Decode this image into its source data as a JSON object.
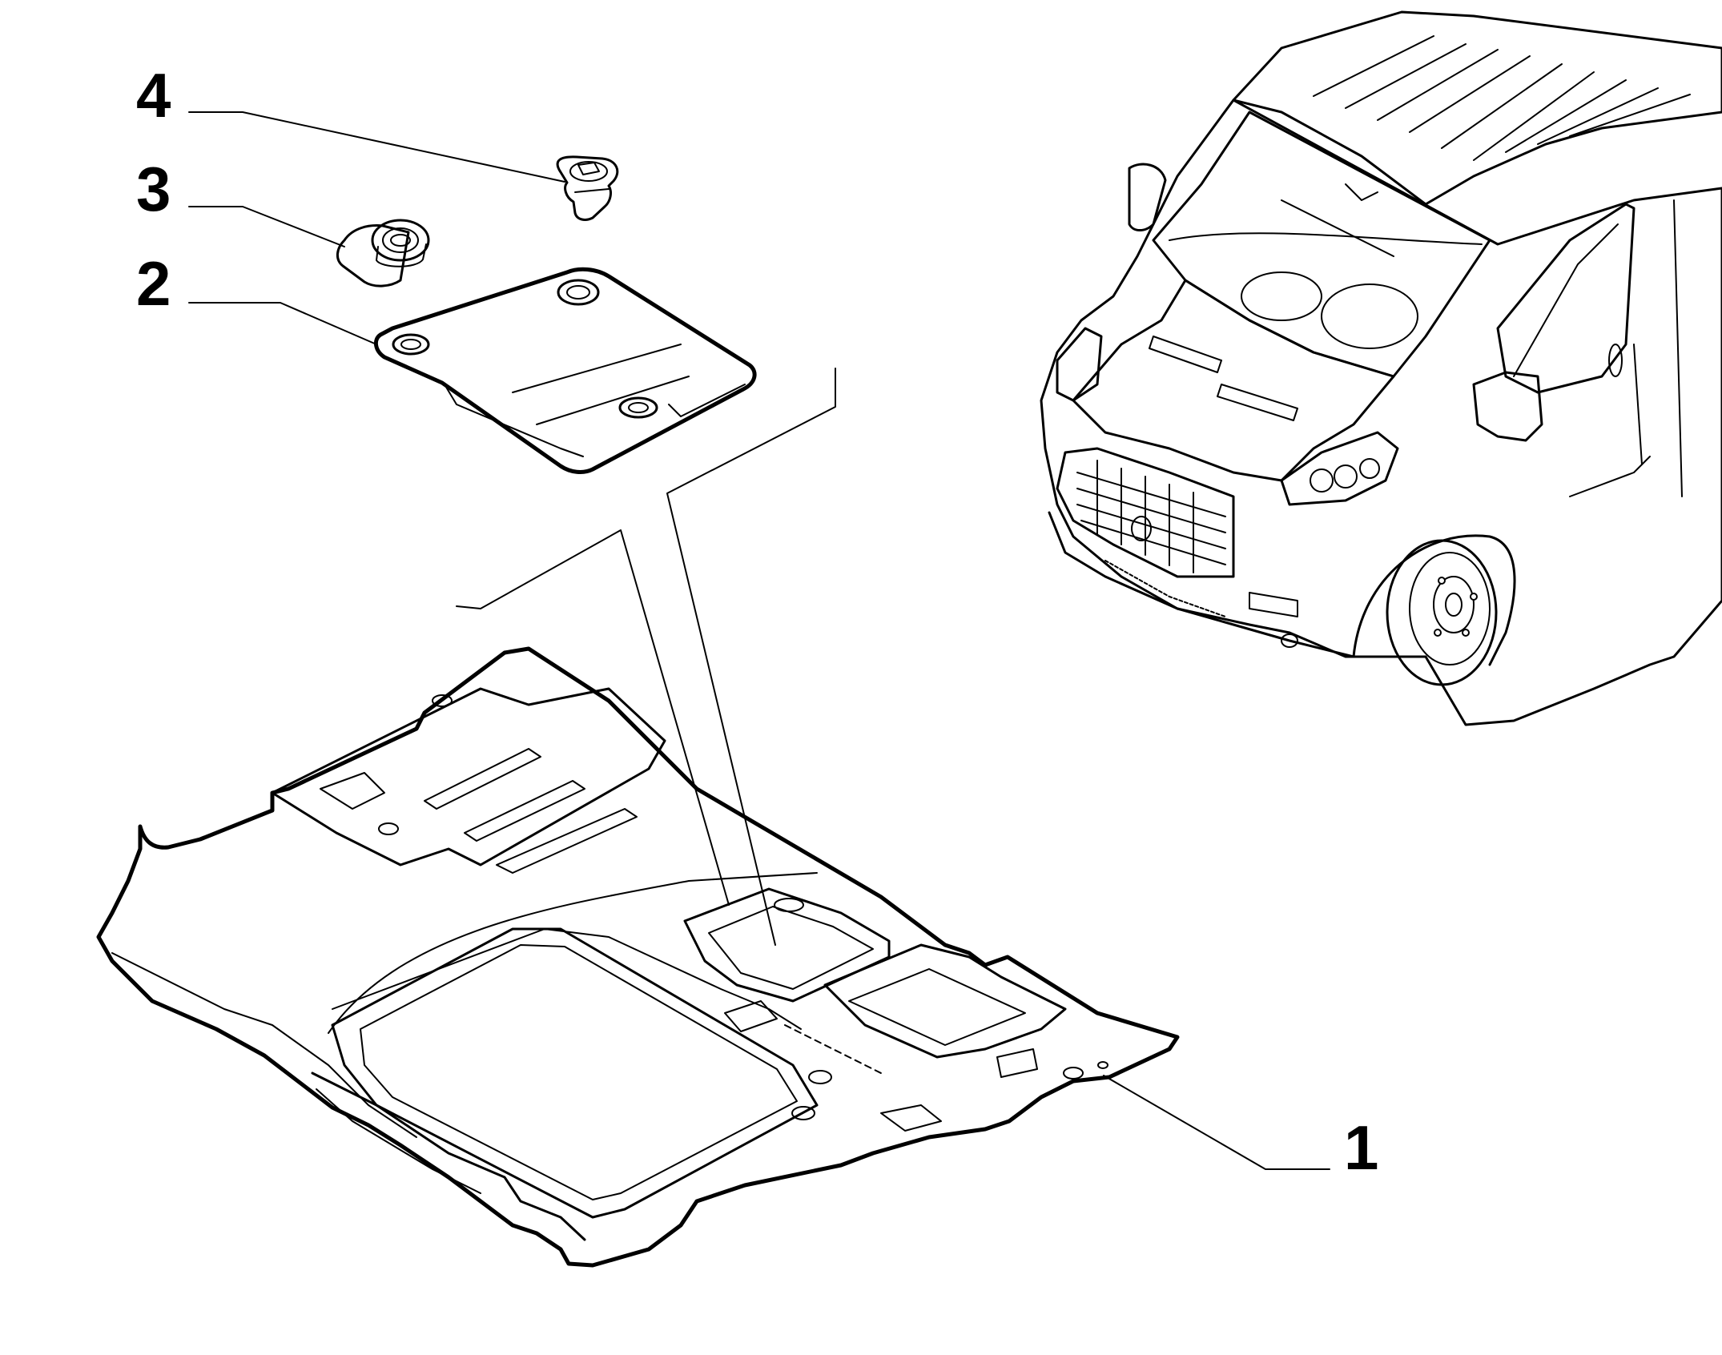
{
  "colors": {
    "line": "#000000",
    "background": "#ffffff",
    "part_fill": "#ffffff"
  },
  "callouts": [
    {
      "id": "1",
      "label": "1",
      "part": "floor-mat"
    },
    {
      "id": "2",
      "label": "2",
      "part": "access-cover"
    },
    {
      "id": "3",
      "label": "3",
      "part": "plug"
    },
    {
      "id": "4",
      "label": "4",
      "part": "fastener"
    }
  ]
}
